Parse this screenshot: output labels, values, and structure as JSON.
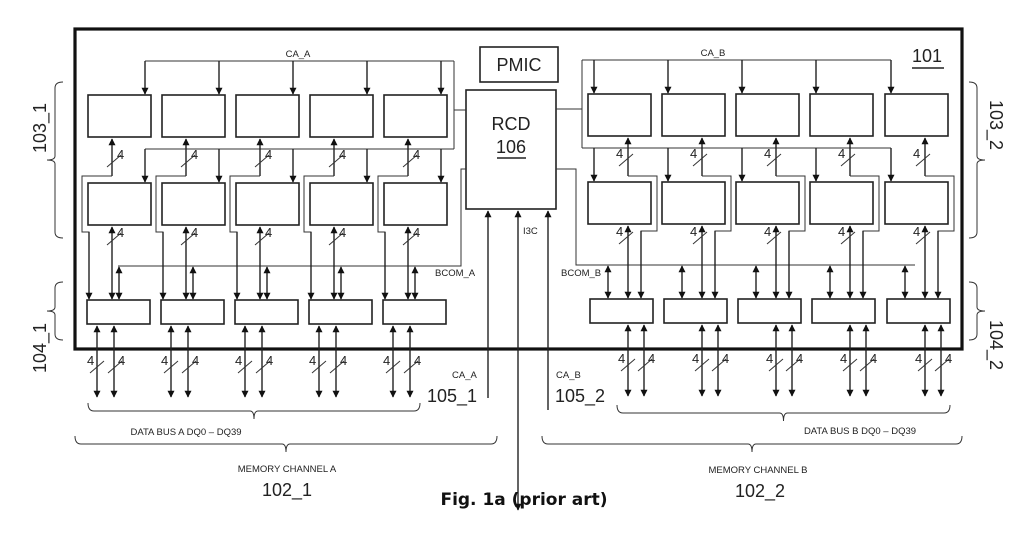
{
  "figure": {
    "caption": "Fig. 1a (prior art)",
    "module_ref": "101",
    "pmic_label": "PMIC",
    "rcd_label": "RCD",
    "rcd_ref": "106",
    "i3c_label": "I3C",
    "bus_width_label": "4"
  },
  "side_a": {
    "ca_label": "CA_A",
    "bcom_label": "BCOM_A",
    "dram_group_ref": "103_1",
    "buffer_group_ref": "104_1",
    "ca_ext_label": "CA_A",
    "ca_ext_ref": "105_1",
    "data_bus_label": "DATA BUS A DQ0 – DQ39",
    "channel_label": "MEMORY CHANNEL A",
    "channel_ref": "102_1",
    "columns": 5
  },
  "side_b": {
    "ca_label": "CA_B",
    "bcom_label": "BCOM_B",
    "dram_group_ref": "103_2",
    "buffer_group_ref": "104_2",
    "ca_ext_label": "CA_B",
    "ca_ext_ref": "105_2",
    "data_bus_label": "DATA BUS B DQ0 – DQ39",
    "channel_label": "MEMORY CHANNEL B",
    "channel_ref": "102_2",
    "columns": 5
  }
}
